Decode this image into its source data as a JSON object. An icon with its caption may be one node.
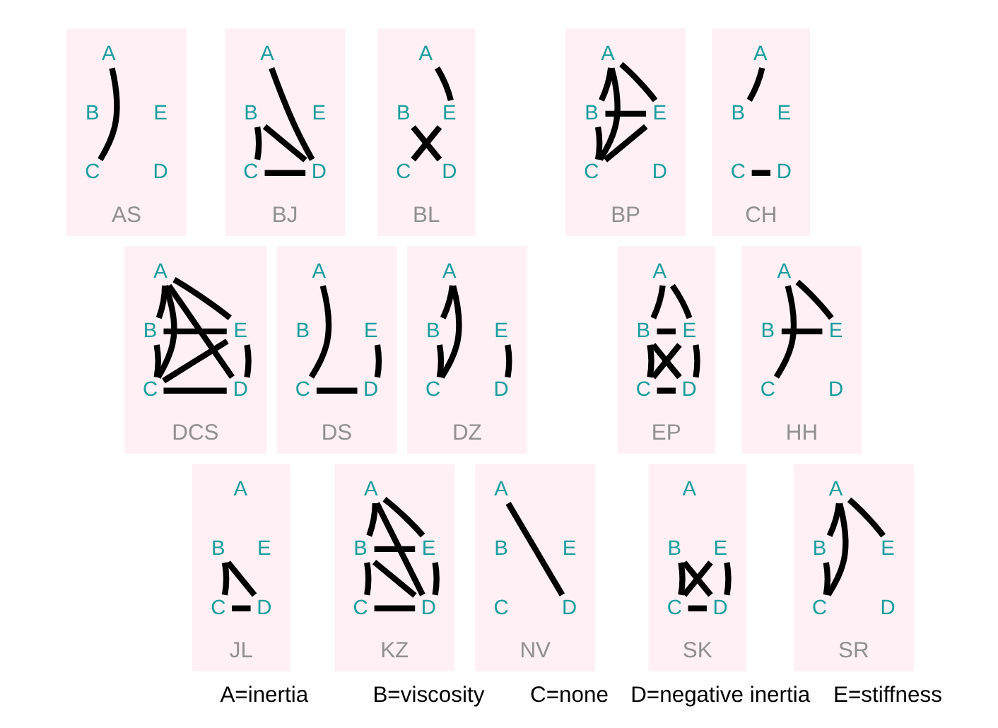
{
  "diagram": {
    "nodes": [
      {
        "text": [
          "AS"
        ]
      },
      {
        "text": [
          "A"
        ],
        "in": 0
      },
      {
        "text": [
          "B"
        ],
        "in": 0
      },
      {
        "text": [
          "C"
        ],
        "in": 0
      },
      {
        "text": [
          "D"
        ],
        "in": 0
      },
      {
        "text": [
          "E"
        ],
        "in": 0
      },
      {
        "text": [
          "BJ"
        ]
      },
      {
        "text": [
          "A"
        ],
        "in": 6
      },
      {
        "text": [
          "B"
        ],
        "in": 6
      },
      {
        "text": [
          "C"
        ],
        "in": 6
      },
      {
        "text": [
          "D"
        ],
        "in": 6
      },
      {
        "text": [
          "E"
        ],
        "in": 6
      },
      {
        "text": [
          "BL"
        ]
      },
      {
        "text": [
          "A"
        ],
        "in": 12
      },
      {
        "text": [
          "B"
        ],
        "in": 12
      },
      {
        "text": [
          "C"
        ],
        "in": 12
      },
      {
        "text": [
          "D"
        ],
        "in": 12
      },
      {
        "text": [
          "E"
        ],
        "in": 12
      },
      {
        "text": [
          "BP"
        ]
      },
      {
        "text": [
          "A"
        ],
        "in": 18
      },
      {
        "text": [
          "B"
        ],
        "in": 18
      },
      {
        "text": [
          "C"
        ],
        "in": 18
      },
      {
        "text": [
          "D"
        ],
        "in": 18
      },
      {
        "text": [
          "E"
        ],
        "in": 18
      },
      {
        "text": [
          "CH"
        ]
      },
      {
        "text": [
          "A"
        ],
        "in": 24
      },
      {
        "text": [
          "B"
        ],
        "in": 24
      },
      {
        "text": [
          "C"
        ],
        "in": 24
      },
      {
        "text": [
          "D"
        ],
        "in": 24
      },
      {
        "text": [
          "E"
        ],
        "in": 24
      },
      {
        "text": [
          "DCS"
        ]
      },
      {
        "text": [
          "A"
        ],
        "in": 30
      },
      {
        "text": [
          "B"
        ],
        "in": 30
      },
      {
        "text": [
          "C"
        ],
        "in": 30
      },
      {
        "text": [
          "D"
        ],
        "in": 30
      },
      {
        "text": [
          "E"
        ],
        "in": 30
      },
      {
        "text": [
          "DS"
        ]
      },
      {
        "text": [
          "A"
        ],
        "in": 36
      },
      {
        "text": [
          "B"
        ],
        "in": 36
      },
      {
        "text": [
          "C"
        ],
        "in": 36
      },
      {
        "text": [
          "D"
        ],
        "in": 36
      },
      {
        "text": [
          "E"
        ],
        "in": 36
      },
      {
        "text": [
          "DZ"
        ]
      },
      {
        "text": [
          "A"
        ],
        "in": 42
      },
      {
        "text": [
          "B"
        ],
        "in": 42
      },
      {
        "text": [
          "C"
        ],
        "in": 42
      },
      {
        "text": [
          "D"
        ],
        "in": 42
      },
      {
        "text": [
          "E"
        ],
        "in": 42
      },
      {
        "text": [
          "EP"
        ]
      },
      {
        "text": [
          "A"
        ],
        "in": 48
      },
      {
        "text": [
          "B"
        ],
        "in": 48
      },
      {
        "text": [
          "C"
        ],
        "in": 48
      },
      {
        "text": [
          "D"
        ],
        "in": 48
      },
      {
        "text": [
          "E"
        ],
        "in": 48
      },
      {
        "text": [
          "HH"
        ]
      },
      {
        "text": [
          "A"
        ],
        "in": 54
      },
      {
        "text": [
          "B"
        ],
        "in": 54
      },
      {
        "text": [
          "C"
        ],
        "in": 54
      },
      {
        "text": [
          "D"
        ],
        "in": 54
      },
      {
        "text": [
          "E"
        ],
        "in": 54
      },
      {
        "text": [
          "JL"
        ]
      },
      {
        "text": [
          "A"
        ],
        "in": 60
      },
      {
        "text": [
          "B"
        ],
        "in": 60
      },
      {
        "text": [
          "C"
        ],
        "in": 60
      },
      {
        "text": [
          "D"
        ],
        "in": 60
      },
      {
        "text": [
          "E"
        ],
        "in": 60
      },
      {
        "text": [
          "KZ"
        ]
      },
      {
        "text": [
          "A"
        ],
        "in": 66
      },
      {
        "text": [
          "B"
        ],
        "in": 66
      },
      {
        "text": [
          "C"
        ],
        "in": 66
      },
      {
        "text": [
          "D"
        ],
        "in": 66
      },
      {
        "text": [
          "E"
        ],
        "in": 66
      },
      {
        "text": [
          "NV"
        ]
      },
      {
        "text": [
          "A"
        ],
        "in": 72
      },
      {
        "text": [
          "B"
        ],
        "in": 72
      },
      {
        "text": [
          "C"
        ],
        "in": 72
      },
      {
        "text": [
          "D"
        ],
        "in": 72
      },
      {
        "text": [
          "E"
        ],
        "in": 72
      },
      {
        "text": [
          "SK"
        ]
      },
      {
        "text": [
          "A"
        ],
        "in": 78
      },
      {
        "text": [
          "B"
        ],
        "in": 78
      },
      {
        "text": [
          "C"
        ],
        "in": 78
      },
      {
        "text": [
          "D"
        ],
        "in": 78
      },
      {
        "text": [
          "E"
        ],
        "in": 78
      },
      {
        "text": [
          "SR"
        ]
      },
      {
        "text": [
          "A"
        ],
        "in": 84
      },
      {
        "text": [
          "B"
        ],
        "in": 84
      },
      {
        "text": [
          "C"
        ],
        "in": 84
      },
      {
        "text": [
          "D"
        ],
        "in": 84
      },
      {
        "text": [
          "E"
        ],
        "in": 84
      }
    ],
    "edges": [
      {
        "from": 1,
        "to": 3,
        "arrow": "none"
      },
      {
        "from": 7,
        "to": 10,
        "arrow": "none"
      },
      {
        "from": 8,
        "to": 9,
        "arrow": "none"
      },
      {
        "from": 8,
        "to": 10,
        "arrow": "none"
      },
      {
        "from": 9,
        "to": 10,
        "arrow": "none"
      },
      {
        "from": 13,
        "to": 17,
        "arrow": "none"
      },
      {
        "from": 14,
        "to": 16,
        "arrow": "none"
      },
      {
        "from": 15,
        "to": 17,
        "arrow": "none"
      },
      {
        "from": 19,
        "to": 20,
        "arrow": "none"
      },
      {
        "from": 19,
        "to": 21,
        "arrow": "none"
      },
      {
        "from": 19,
        "to": 23,
        "arrow": "none"
      },
      {
        "from": 20,
        "to": 23,
        "arrow": "none"
      },
      {
        "from": 20,
        "to": 21,
        "arrow": "none"
      },
      {
        "from": 21,
        "to": 23,
        "arrow": "none"
      },
      {
        "from": 25,
        "to": 26,
        "arrow": "none"
      },
      {
        "from": 27,
        "to": 28,
        "arrow": "none"
      },
      {
        "from": 31,
        "to": 32,
        "arrow": "none"
      },
      {
        "from": 31,
        "to": 33,
        "arrow": "none"
      },
      {
        "from": 31,
        "to": 34,
        "arrow": "none"
      },
      {
        "from": 31,
        "to": 35,
        "arrow": "none"
      },
      {
        "from": 32,
        "to": 35,
        "arrow": "none"
      },
      {
        "from": 32,
        "to": 33,
        "arrow": "none"
      },
      {
        "from": 33,
        "to": 35,
        "arrow": "none"
      },
      {
        "from": 33,
        "to": 34,
        "arrow": "none"
      },
      {
        "from": 34,
        "to": 35,
        "arrow": "none"
      },
      {
        "from": 37,
        "to": 39,
        "arrow": "none"
      },
      {
        "from": 39,
        "to": 40,
        "arrow": "none"
      },
      {
        "from": 40,
        "to": 41,
        "arrow": "none"
      },
      {
        "from": 43,
        "to": 44,
        "arrow": "none"
      },
      {
        "from": 43,
        "to": 45,
        "arrow": "none"
      },
      {
        "from": 44,
        "to": 45,
        "arrow": "none"
      },
      {
        "from": 46,
        "to": 47,
        "arrow": "none"
      },
      {
        "from": 49,
        "to": 50,
        "arrow": "none"
      },
      {
        "from": 49,
        "to": 53,
        "arrow": "none"
      },
      {
        "from": 50,
        "to": 53,
        "arrow": "none"
      },
      {
        "from": 50,
        "to": 51,
        "arrow": "none"
      },
      {
        "from": 50,
        "to": 52,
        "arrow": "none"
      },
      {
        "from": 51,
        "to": 53,
        "arrow": "none"
      },
      {
        "from": 51,
        "to": 52,
        "arrow": "none"
      },
      {
        "from": 52,
        "to": 53,
        "arrow": "none"
      },
      {
        "from": 55,
        "to": 57,
        "arrow": "none"
      },
      {
        "from": 55,
        "to": 59,
        "arrow": "none"
      },
      {
        "from": 56,
        "to": 59,
        "arrow": "none"
      },
      {
        "from": 62,
        "to": 63,
        "arrow": "none"
      },
      {
        "from": 62,
        "to": 64,
        "arrow": "none"
      },
      {
        "from": 63,
        "to": 64,
        "arrow": "none"
      },
      {
        "from": 67,
        "to": 68,
        "arrow": "none"
      },
      {
        "from": 67,
        "to": 71,
        "arrow": "none"
      },
      {
        "from": 67,
        "to": 70,
        "arrow": "none"
      },
      {
        "from": 68,
        "to": 71,
        "arrow": "none"
      },
      {
        "from": 68,
        "to": 69,
        "arrow": "none"
      },
      {
        "from": 68,
        "to": 70,
        "arrow": "none"
      },
      {
        "from": 69,
        "to": 70,
        "arrow": "none"
      },
      {
        "from": 70,
        "to": 71,
        "arrow": "none"
      },
      {
        "from": 73,
        "to": 76,
        "arrow": "none"
      },
      {
        "from": 80,
        "to": 81,
        "arrow": "none"
      },
      {
        "from": 80,
        "to": 82,
        "arrow": "none"
      },
      {
        "from": 81,
        "to": 83,
        "arrow": "none"
      },
      {
        "from": 81,
        "to": 82,
        "arrow": "none"
      },
      {
        "from": 82,
        "to": 83,
        "arrow": "none"
      },
      {
        "from": 85,
        "to": 86,
        "arrow": "none"
      },
      {
        "from": 85,
        "to": 87,
        "arrow": "none"
      },
      {
        "from": 85,
        "to": 89,
        "arrow": "none"
      },
      {
        "from": 86,
        "to": 87,
        "arrow": "none"
      }
    ],
    "labels": [
      "A=inertia",
      "B=viscosity",
      "C=none",
      "D=negative inertia",
      "E=stiffness"
    ]
  }
}
